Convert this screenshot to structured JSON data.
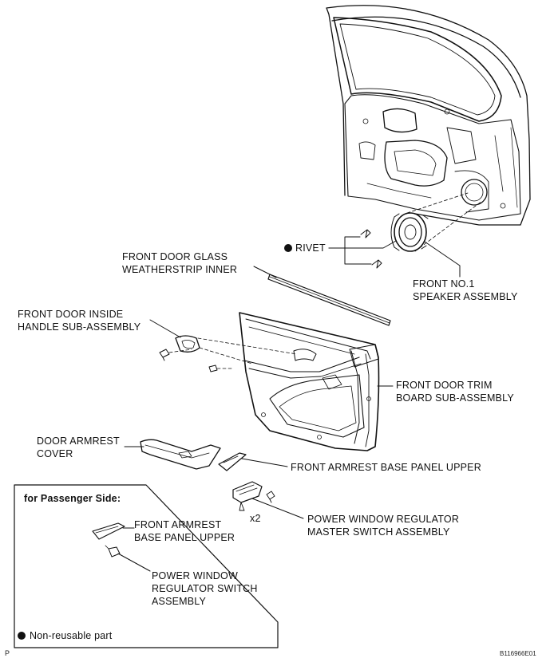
{
  "labels": {
    "rivet": "RIVET",
    "speaker_line1": "FRONT NO.1",
    "speaker_line2": "SPEAKER ASSEMBLY",
    "weatherstrip_line1": "FRONT DOOR GLASS",
    "weatherstrip_line2": "WEATHERSTRIP INNER",
    "handle_line1": "FRONT DOOR INSIDE",
    "handle_line2": "HANDLE SUB-ASSEMBLY",
    "trim_line1": "FRONT DOOR TRIM",
    "trim_line2": "BOARD SUB-ASSEMBLY",
    "armrest_cover_line1": "DOOR ARMREST",
    "armrest_cover_line2": "COVER",
    "base_panel": "FRONT ARMREST BASE PANEL UPPER",
    "master_switch_line1": "POWER WINDOW REGULATOR",
    "master_switch_line2": "MASTER SWITCH ASSEMBLY",
    "qty": "x2"
  },
  "inset": {
    "title": "for Passenger Side:",
    "base_panel_line1": "FRONT ARMREST",
    "base_panel_line2": "BASE PANEL UPPER",
    "switch_line1": "POWER WINDOW",
    "switch_line2": "REGULATOR SWITCH",
    "switch_line3": "ASSEMBLY"
  },
  "legend": {
    "non_reusable": "Non-reusable part"
  },
  "footer": {
    "left_mark": "P",
    "code": "B116966E01"
  }
}
